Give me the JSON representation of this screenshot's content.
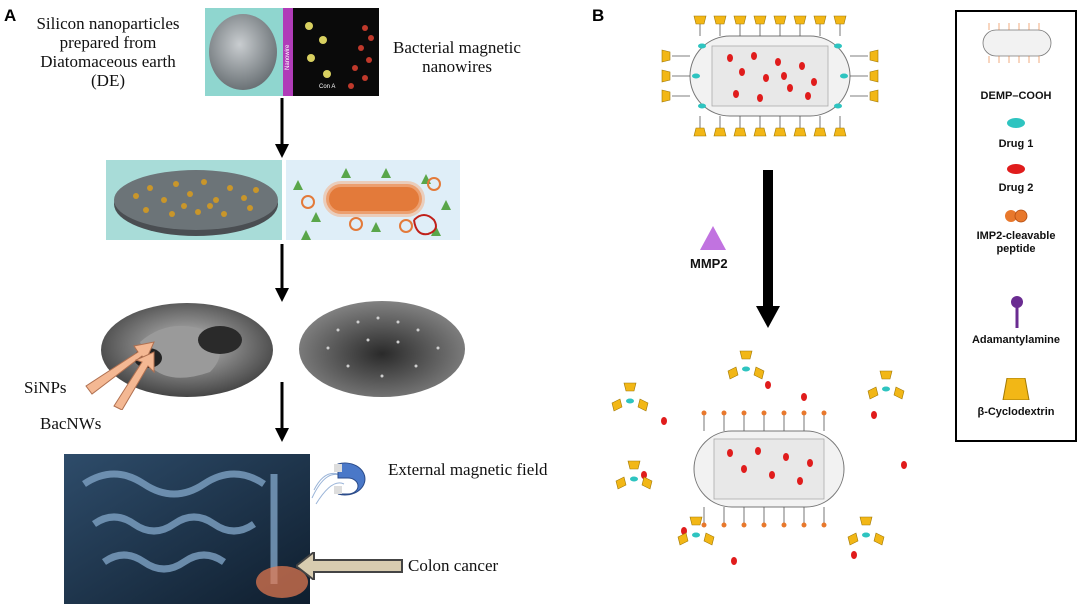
{
  "panel_a": {
    "letter": "A",
    "label_silicon": "Silicon nanoparticles prepared from Diatomaceous earth (DE)",
    "label_bacterial": "Bacterial magnetic nanowires",
    "nanowire_tag": "Nanowire",
    "cona_tag": "Con A",
    "label_sinps": "SiNPs",
    "label_bacnws": "BacNWs",
    "label_magnetic": "External magnetic field",
    "label_colon": "Colon cancer"
  },
  "panel_b": {
    "letter": "B",
    "label_mmp2": "MMP2",
    "legend": {
      "demp": "DEMP–COOH",
      "drug1": "Drug 1",
      "drug2": "Drug 2",
      "peptide": "IMP2-cleavable peptide",
      "adamantylamine": "Adamantylamine",
      "cyclodextrin": "β-Cyclodextrin"
    }
  },
  "colors": {
    "drug1": "#2ec4c0",
    "drug2": "#e01c1c",
    "peptide": "#e8782c",
    "adamantylamine": "#6a2c91",
    "cyclodextrin": "#f2b716",
    "mmp2": "#c173e0"
  }
}
